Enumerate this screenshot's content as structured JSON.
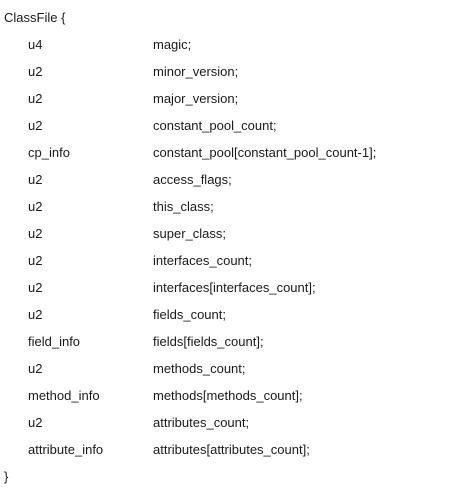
{
  "document": {
    "open_line": "ClassFile {",
    "close_line": "}",
    "fields": [
      {
        "type": "u4",
        "name": "magic;"
      },
      {
        "type": "u2",
        "name": "minor_version;"
      },
      {
        "type": "u2",
        "name": "major_version;"
      },
      {
        "type": "u2",
        "name": "constant_pool_count;"
      },
      {
        "type": "cp_info",
        "name": "constant_pool[constant_pool_count-1];"
      },
      {
        "type": "u2",
        "name": "access_flags;"
      },
      {
        "type": "u2",
        "name": "this_class;"
      },
      {
        "type": "u2",
        "name": "super_class;"
      },
      {
        "type": "u2",
        "name": "interfaces_count;"
      },
      {
        "type": "u2",
        "name": "interfaces[interfaces_count];"
      },
      {
        "type": "u2",
        "name": "fields_count;"
      },
      {
        "type": "field_info",
        "name": "fields[fields_count];"
      },
      {
        "type": "u2",
        "name": "methods_count;"
      },
      {
        "type": "method_info",
        "name": "methods[methods_count];"
      },
      {
        "type": "u2",
        "name": "attributes_count;"
      },
      {
        "type": "attribute_info",
        "name": "attributes[attributes_count];"
      }
    ]
  }
}
